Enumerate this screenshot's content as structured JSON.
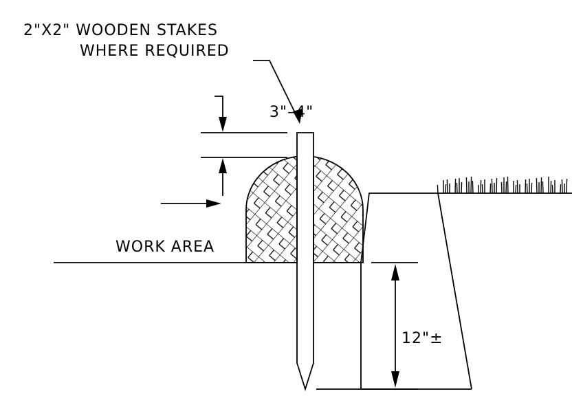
{
  "labels": {
    "stakes_line1": "2\"X2\" WOODEN STAKES",
    "stakes_line2": "WHERE REQUIRED",
    "stake_projection": "3\"–4\"",
    "work_area": "WORK AREA",
    "trench_depth": "12\"±"
  },
  "colors": {
    "line": "#000000",
    "background": "#ffffff"
  }
}
